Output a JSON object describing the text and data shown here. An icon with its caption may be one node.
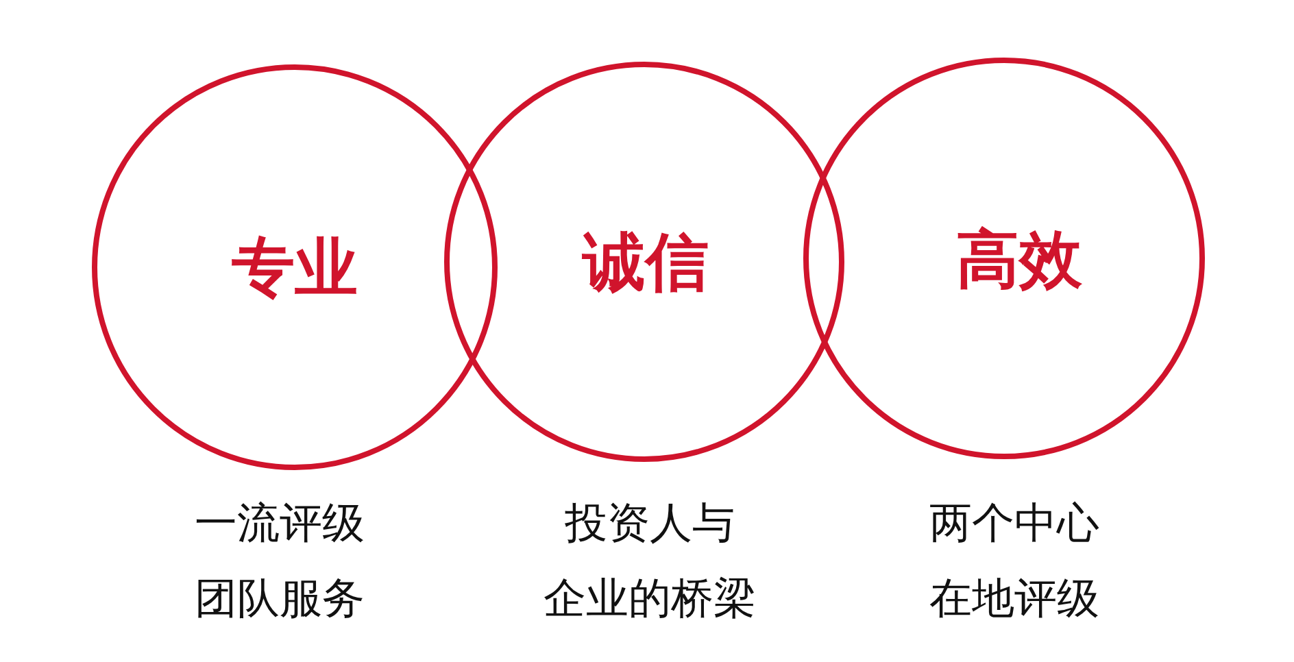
{
  "diagram": {
    "nodes": [
      {
        "text": [
          "专业"
        ],
        "beside": [
          "一流评级",
          "团队服务"
        ]
      },
      {
        "text": [
          "诚信"
        ],
        "beside": [
          "投资人与",
          "企业的桥梁"
        ]
      },
      {
        "text": [
          "高效"
        ],
        "beside": [
          "两个中心",
          "在地评级"
        ]
      }
    ]
  }
}
